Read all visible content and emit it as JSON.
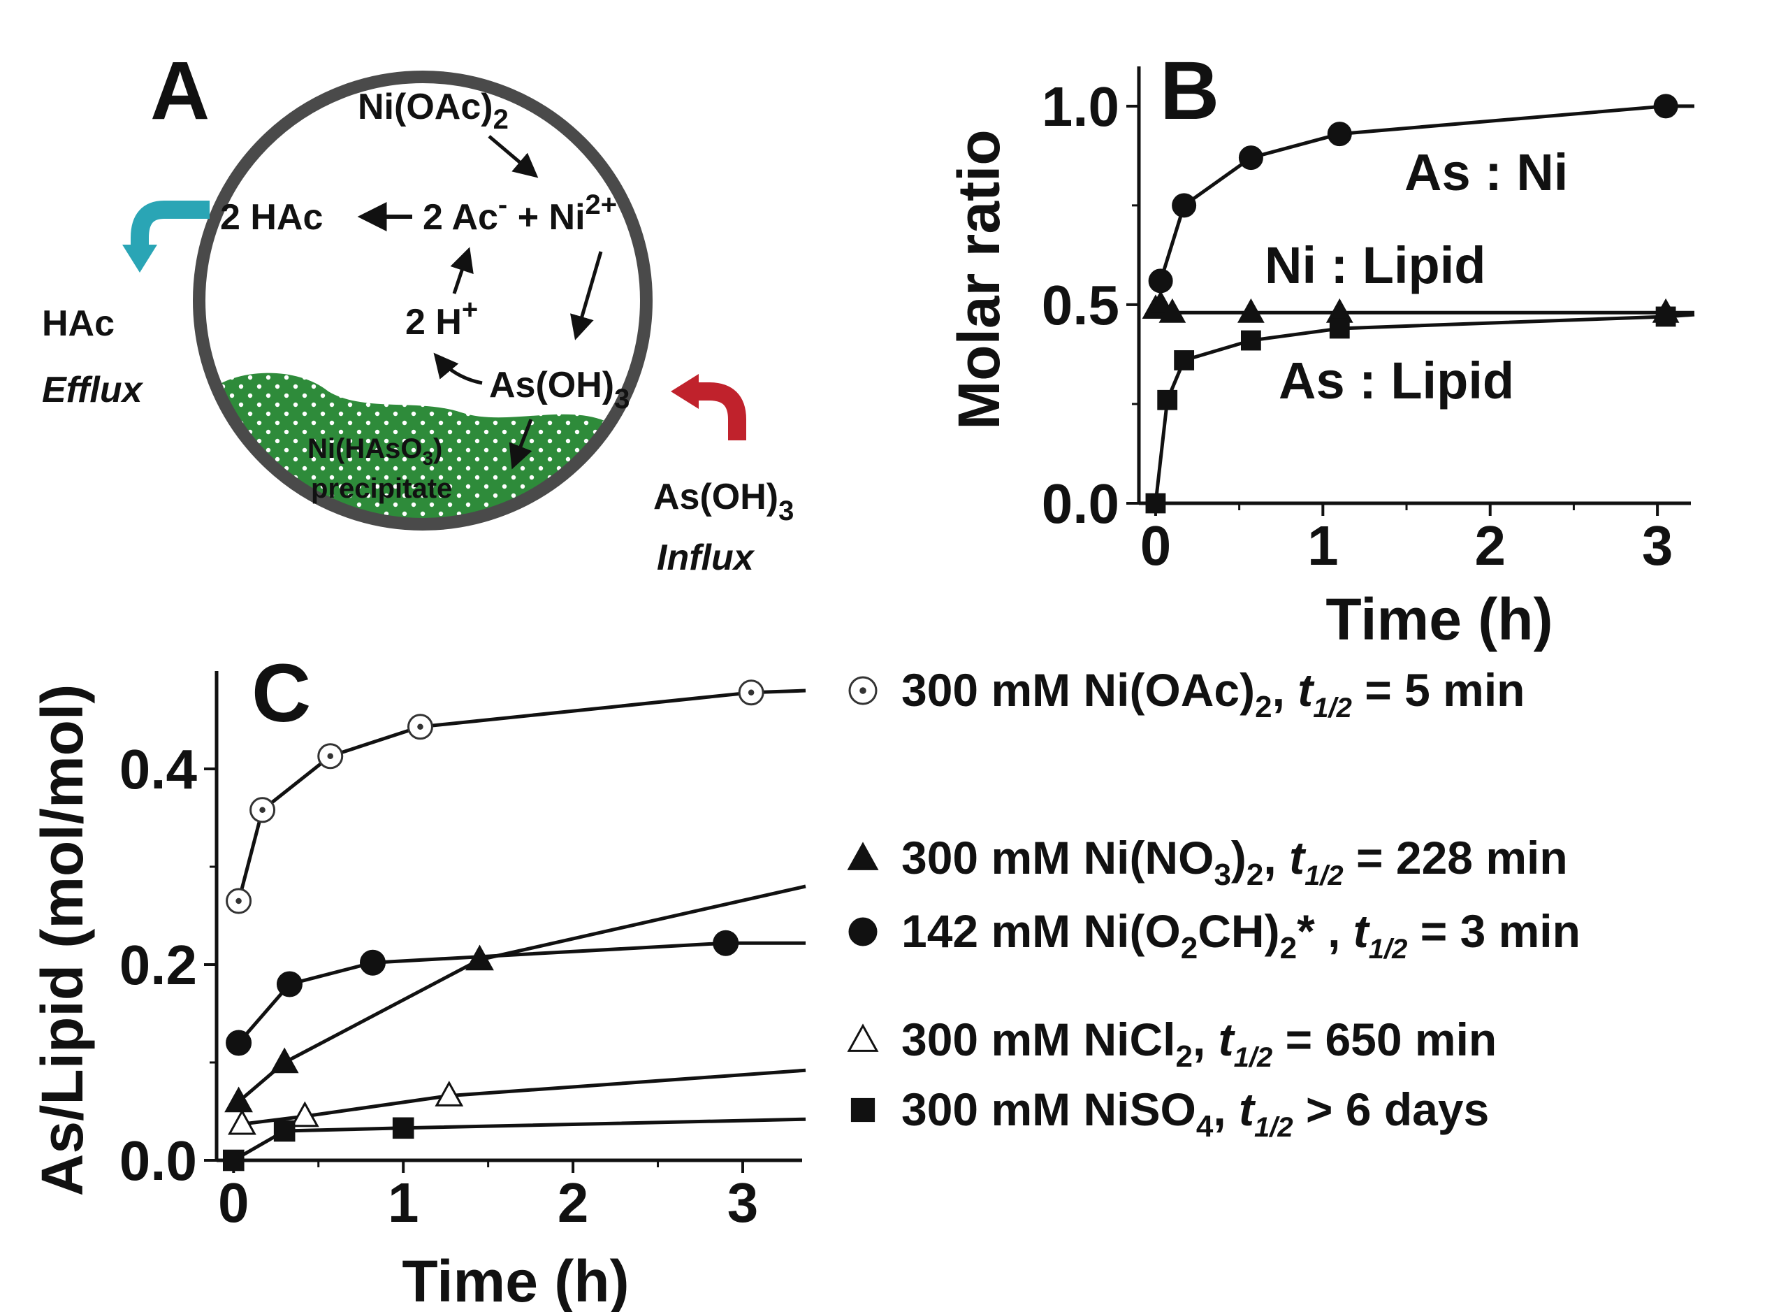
{
  "panel_a": {
    "letter": "A",
    "texts": {
      "ni_oac2": "Ni(OAc)",
      "ni_oac2_sub": "2",
      "hac2": "2 HAc",
      "ac_ni_a": "2 Ac",
      "ac_ni_sup": "-",
      "ac_ni_b": " + Ni",
      "ni_sup": "2+",
      "h2": "2 H",
      "h2_sup": "+",
      "asoh3": "As(OH)",
      "asoh3_sub": "3",
      "precip1": "Ni(HAsO",
      "precip1_sub": "3",
      "precip1_end": ")",
      "precip2": "precipitate",
      "hac": "HAc",
      "efflux": "Efflux",
      "asoh3_out": "As(OH)",
      "asoh3_out_sub": "3",
      "influx": "Influx"
    },
    "colors": {
      "membrane": "#6b6b6b",
      "precipitate": "#2e8b3a",
      "efflux_arrow": "#2aa5b5",
      "influx_arrow": "#c0222c"
    }
  },
  "chart_data": [
    {
      "panel": "B",
      "type": "line",
      "ylabel": "Molar ratio",
      "xlabel": "Time (h)",
      "xlim": [
        -0.1,
        3.2
      ],
      "ylim": [
        0,
        1.1
      ],
      "xticks": [
        "0",
        "1",
        "2",
        "3"
      ],
      "yticks": [
        "0.0",
        "0.5",
        "1.0"
      ],
      "series": [
        {
          "name": "As : Ni",
          "marker": "circle-filled",
          "x": [
            0.03,
            0.17,
            0.57,
            1.1,
            3.05
          ],
          "y": [
            0.56,
            0.75,
            0.87,
            0.93,
            1.0
          ]
        },
        {
          "name": "Ni : Lipid",
          "marker": "triangle-filled",
          "x": [
            0,
            0.03,
            0.1,
            0.57,
            1.1,
            3.05
          ],
          "y": [
            0.49,
            0.5,
            0.48,
            0.48,
            0.48,
            0.48
          ]
        },
        {
          "name": "As : Lipid",
          "marker": "square-filled",
          "x": [
            0,
            0.07,
            0.17,
            0.57,
            1.1,
            3.05
          ],
          "y": [
            0.0,
            0.26,
            0.36,
            0.41,
            0.44,
            0.47
          ]
        }
      ]
    },
    {
      "panel": "C",
      "type": "line",
      "ylabel": "As/Lipid (mol/mol)",
      "xlabel": "Time (h)",
      "xlim": [
        -0.1,
        3.35
      ],
      "ylim": [
        0,
        0.5
      ],
      "xticks": [
        "0",
        "1",
        "2",
        "3"
      ],
      "yticks": [
        "0.0",
        "0.2",
        "0.4"
      ],
      "series": [
        {
          "name": "300 mM Ni(OAc)2, t1/2 = 5 min",
          "marker": "circle-dot",
          "x": [
            0.03,
            0.17,
            0.57,
            1.1,
            3.05
          ],
          "y": [
            0.265,
            0.358,
            0.413,
            0.443,
            0.478
          ]
        },
        {
          "name": "300 mM Ni(NO3)2, t1/2 = 228 min",
          "marker": "triangle-filled",
          "x": [
            0.03,
            0.3,
            1.45
          ],
          "y": [
            0.06,
            0.1,
            0.205
          ]
        },
        {
          "name": "142 mM Ni(O2CH)2*, t1/2 = 3 min",
          "marker": "circle-filled",
          "x": [
            0.03,
            0.33,
            0.82,
            2.9
          ],
          "y": [
            0.12,
            0.18,
            0.202,
            0.222
          ]
        },
        {
          "name": "300 mM NiCl2, t1/2 = 650 min",
          "marker": "triangle-open",
          "x": [
            0.05,
            0.42,
            1.27
          ],
          "y": [
            0.037,
            0.045,
            0.066
          ]
        },
        {
          "name": "300 mM NiSO4, t1/2 > 6 days",
          "marker": "square-filled",
          "x": [
            0,
            0.3,
            1.0
          ],
          "y": [
            0.0,
            0.03,
            0.033
          ]
        }
      ]
    }
  ],
  "panel_b_texts": {
    "letter": "B",
    "ylabel": "Molar ratio",
    "xlabel": "Time (h)",
    "as_ni": "As : Ni",
    "ni_lipid": "Ni : Lipid",
    "as_lipid": "As : Lipid"
  },
  "panel_c_texts": {
    "letter": "C",
    "ylabel": "As/Lipid (mol/mol)",
    "xlabel": "Time (h)"
  },
  "legend_c": [
    {
      "pre": "300 mM Ni(OAc)",
      "sub": "2",
      "mid": ",  ",
      "t": "t",
      "tsub": "1/2",
      "post": " =  5  min"
    },
    {
      "pre": "300 mM Ni(NO",
      "sub": "3",
      "mid": ")",
      "sub2": "2",
      "mid2": ",  ",
      "t": "t",
      "tsub": "1/2",
      "post": " = 228  min"
    },
    {
      "pre": "142 mM Ni(O",
      "sub": "2",
      "mid": "CH)",
      "sub2": "2",
      "mid2": "* ,  ",
      "t": "t",
      "tsub": "1/2",
      "post": " = 3  min"
    },
    {
      "pre": "300 mM NiCl",
      "sub": "2",
      "mid": ",      ",
      "t": "t",
      "tsub": "1/2",
      "post": " = 650  min"
    },
    {
      "pre": "300 mM NiSO",
      "sub": "4",
      "mid": ",    ",
      "t": "t",
      "tsub": "1/2",
      "post": "  > 6 days"
    }
  ]
}
